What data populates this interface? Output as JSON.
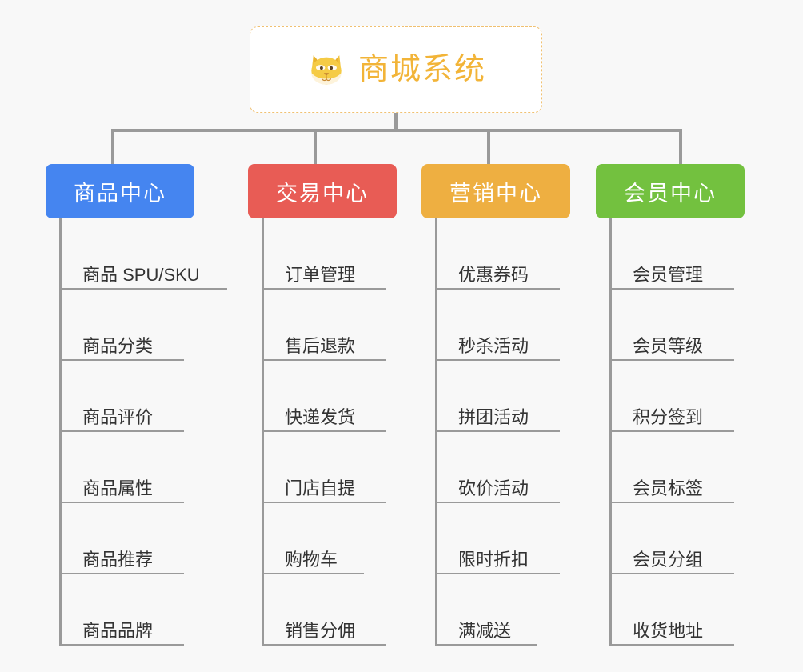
{
  "diagram": {
    "title": "商城系统",
    "icon": "shiba-dog-icon",
    "background_color": "#f8f8f8",
    "root": {
      "label": "商城系统",
      "text_color": "#f2b438",
      "border_color": "#f0c070",
      "background_color": "#ffffff"
    },
    "connector_color": "#9a9a9a",
    "columns": [
      {
        "id": "product-center",
        "label": "商品中心",
        "color": "#4585f0",
        "items": [
          {
            "label": "商品 SPU/SKU",
            "width": "wide"
          },
          {
            "label": "商品分类",
            "width": "med"
          },
          {
            "label": "商品评价",
            "width": "med"
          },
          {
            "label": "商品属性",
            "width": "med"
          },
          {
            "label": "商品推荐",
            "width": "med"
          },
          {
            "label": "商品品牌",
            "width": "med"
          }
        ]
      },
      {
        "id": "trade-center",
        "label": "交易中心",
        "color": "#e85c55",
        "items": [
          {
            "label": "订单管理",
            "width": "med"
          },
          {
            "label": "售后退款",
            "width": "med"
          },
          {
            "label": "快递发货",
            "width": "med"
          },
          {
            "label": "门店自提",
            "width": "med"
          },
          {
            "label": "购物车",
            "width": "narrow"
          },
          {
            "label": "销售分佣",
            "width": "med"
          }
        ]
      },
      {
        "id": "marketing-center",
        "label": "营销中心",
        "color": "#eeaf41",
        "items": [
          {
            "label": "优惠券码",
            "width": "med"
          },
          {
            "label": "秒杀活动",
            "width": "med"
          },
          {
            "label": "拼团活动",
            "width": "med"
          },
          {
            "label": "砍价活动",
            "width": "med"
          },
          {
            "label": "限时折扣",
            "width": "med"
          },
          {
            "label": "满减送",
            "width": "narrow"
          }
        ]
      },
      {
        "id": "member-center",
        "label": "会员中心",
        "color": "#73c13f",
        "items": [
          {
            "label": "会员管理",
            "width": "med"
          },
          {
            "label": "会员等级",
            "width": "med"
          },
          {
            "label": "积分签到",
            "width": "med"
          },
          {
            "label": "会员标签",
            "width": "med"
          },
          {
            "label": "会员分组",
            "width": "med"
          },
          {
            "label": "收货地址",
            "width": "med"
          }
        ]
      }
    ]
  }
}
